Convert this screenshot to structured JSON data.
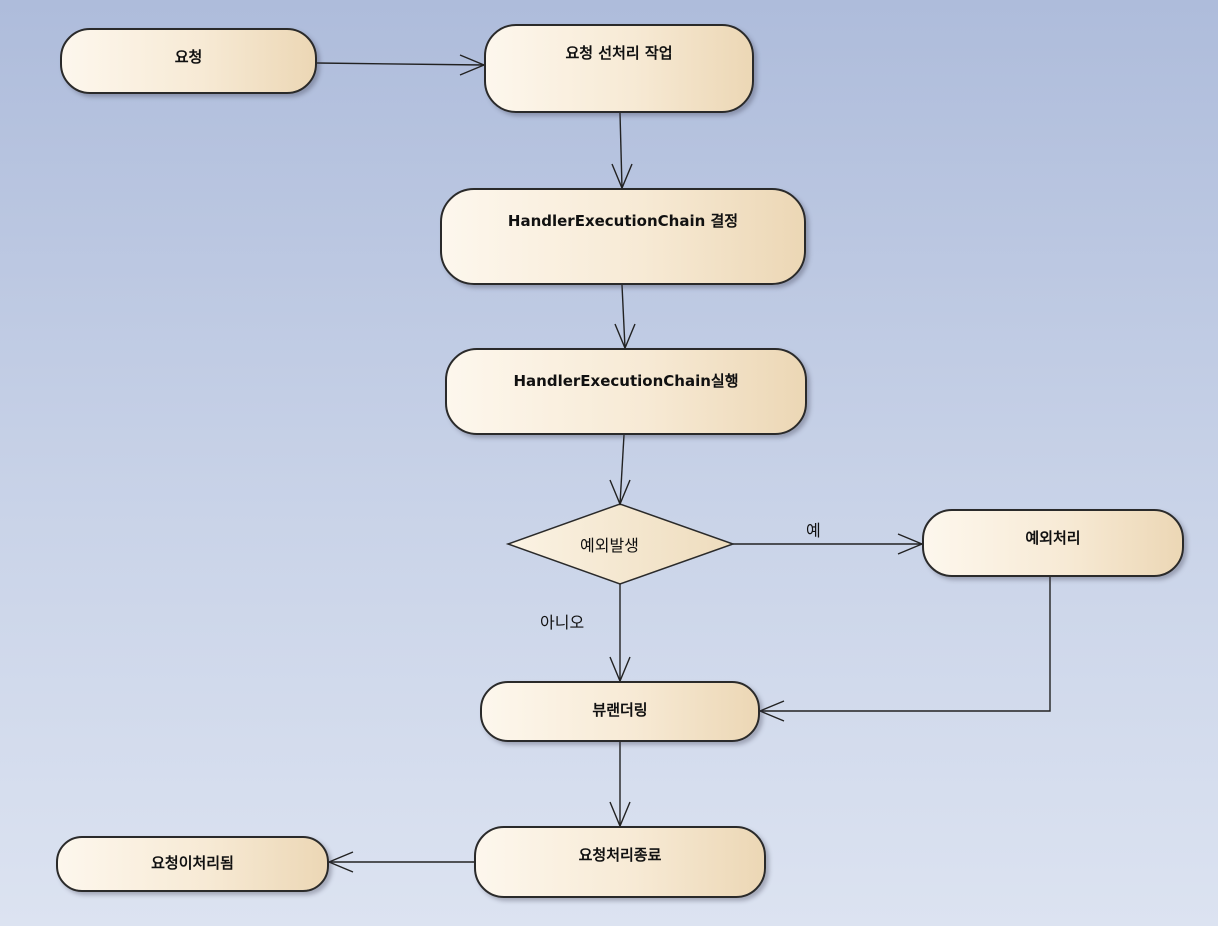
{
  "nodes": {
    "request": "요청",
    "preprocess": "요청 선처리 작업",
    "determine_chain": "HandlerExecutionChain 결정",
    "execute_chain": "HandlerExecutionChain실행",
    "exception_handling": "예외처리",
    "view_rendering": "뷰랜더링",
    "request_end": "요청처리종료",
    "request_processed": "요청이처리됨"
  },
  "decision": {
    "text": "예외발생"
  },
  "edge_labels": {
    "yes": "예",
    "no": "아니오"
  }
}
